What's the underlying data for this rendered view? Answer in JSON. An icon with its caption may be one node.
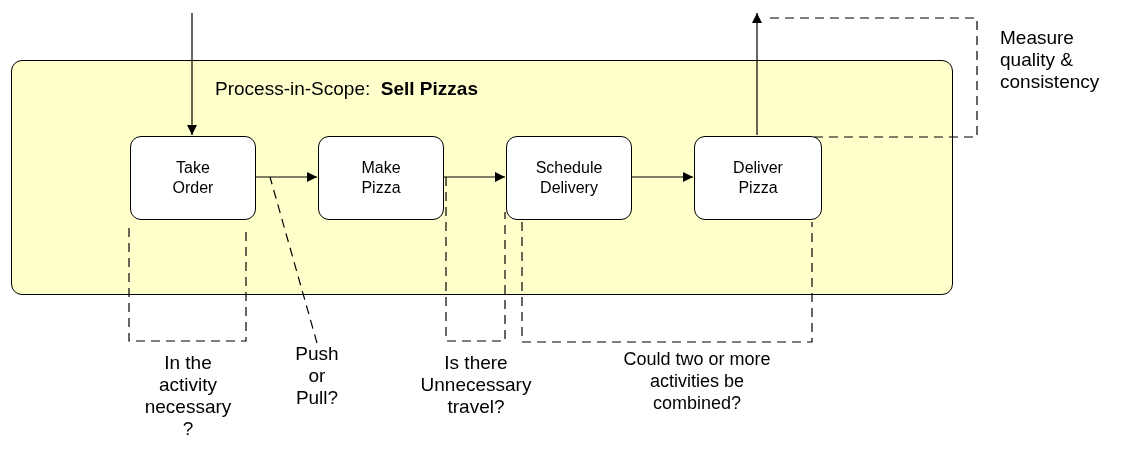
{
  "diagram": {
    "nodes": [
      {
        "text": [
          "Process-in-Scope:  **Sell Pizzas**"
        ]
      },
      {
        "text": [
          "Take Order"
        ],
        "in": 0
      },
      {
        "text": [
          "Make Pizza"
        ],
        "in": 0
      },
      {
        "text": [
          "Schedule Delivery"
        ],
        "in": 0
      },
      {
        "text": [
          "Deliver Pizza"
        ],
        "in": 0
      },
      {
        "text": [
          "Push or Pull?"
        ]
      }
    ],
    "edges": [
      {
        "from": null,
        "to": 1,
        "arrow": "to"
      },
      {
        "from": 1,
        "to": 2,
        "arrow": "to"
      },
      {
        "from": 2,
        "to": 3,
        "arrow": "to"
      },
      {
        "from": 3,
        "to": 4,
        "arrow": "to"
      },
      {
        "from": 4,
        "to": null,
        "arrow": "to"
      },
      {
        "from": 5,
        "to": null,
        "arrow": "none",
        "style": "dashed"
      }
    ],
    "labels": [
      "Measure quality & consistency",
      "In the activity necessary ?",
      "Is there Unnecessary travel?",
      "Could two or more activities be combined?"
    ]
  }
}
